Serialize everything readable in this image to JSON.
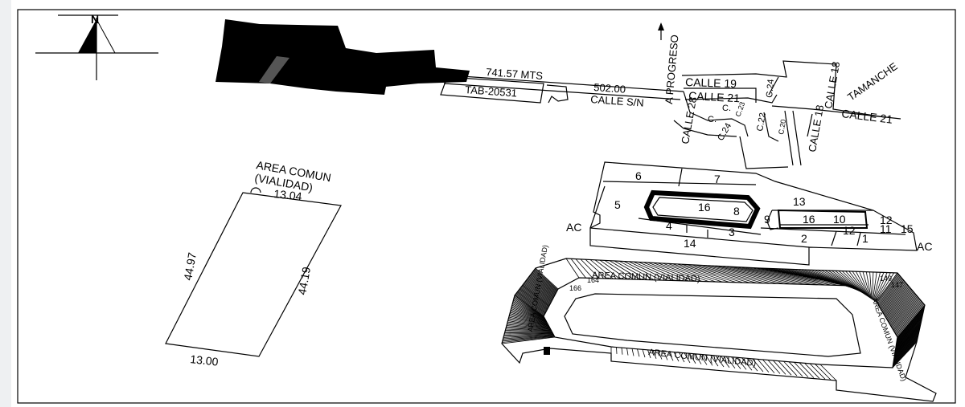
{
  "compass": {
    "north_label": "N"
  },
  "road": {
    "distance_label": "741.57 MTS",
    "segment_label": "502.00",
    "road_name": "CALLE S/N",
    "tab_label": "TAB-20531",
    "progreso_label": "A PROGRESO"
  },
  "streets": {
    "calle_19": "CALLE 19",
    "calle_21_a": "CALLE 21",
    "calle_21_b": "CALLE 21",
    "calle_18_a": "CALLE 18",
    "calle_18_b": "CALLE 18",
    "calle_28": "CALLE 28",
    "c24_a": "C.24",
    "c24_b": "C.24",
    "c_a": "C.",
    "c_b": "C.",
    "c22": "C.22",
    "c20": "C.20",
    "c_small": "C.23",
    "tamanche": "TAMANCHE"
  },
  "area_comun": {
    "title_line1": "AREA COMUN",
    "title_line2": "(VIALIDAD)",
    "top_dim": "13.04",
    "left_dim": "44.97",
    "right_dim": "44.19",
    "bottom_dim": "13.00"
  },
  "blocks": {
    "b6": "6",
    "b7": "7",
    "b5": "5",
    "b16a": "16",
    "b8": "8",
    "b9": "9",
    "b16b": "16",
    "b10": "10",
    "b13": "13",
    "b12a": "12",
    "b12b": "12",
    "b11": "11",
    "b15": "15",
    "b4": "4",
    "b3": "3",
    "b2": "2",
    "b1": "1",
    "b14": "14",
    "ac_left": "AC",
    "ac_right": "AC"
  },
  "lots": {
    "area_comun_top": "AREA COMUN (VIALIDAD)",
    "area_comun_bottom": "AREA COMUN (VIALIDAD)",
    "area_comun_right": "AREA COMUN (VIALIDAD)",
    "area_comun_left": "AREA COMUN (VIALIDAD)",
    "lot_164": "164",
    "lot_166": "166",
    "lot_149": "149",
    "lot_147": "147"
  }
}
